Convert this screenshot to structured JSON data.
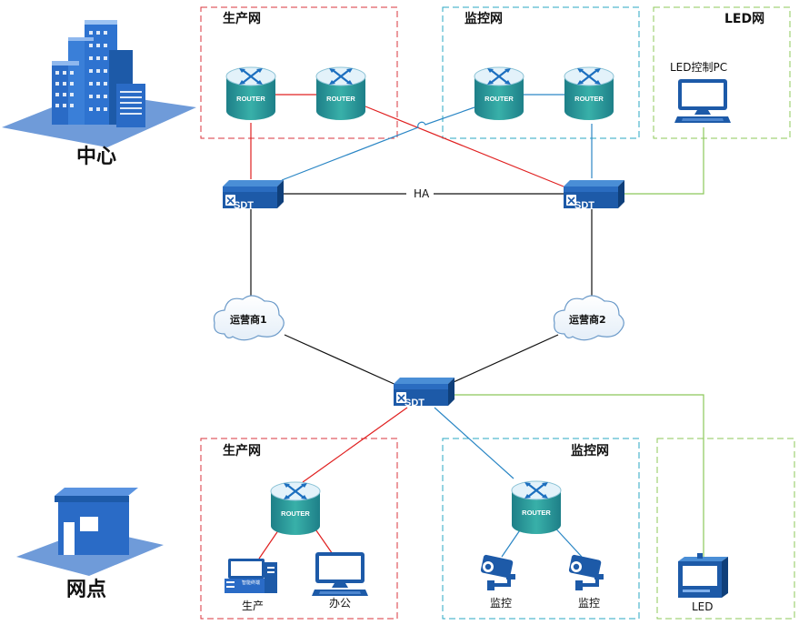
{
  "center": {
    "label": "中心"
  },
  "branch": {
    "label": "网点"
  },
  "top_zones": {
    "production": {
      "title": "生产网"
    },
    "monitoring": {
      "title": "监控网"
    },
    "led": {
      "title": "LED网",
      "pc_label": "LED控制PC"
    }
  },
  "bottom_zones": {
    "production": {
      "title": "生产网",
      "device1": "生产",
      "device2": "办公"
    },
    "monitoring": {
      "title": "监控网",
      "camera1": "监控",
      "camera2": "监控"
    },
    "led": {
      "device": "LED"
    }
  },
  "devices": {
    "router_text": "ROUTER",
    "sdt_text": "SDT",
    "terminal_screen_text": "智能终端"
  },
  "links": {
    "ha": "HA"
  },
  "clouds": {
    "isp1": "运营商1",
    "isp2": "运营商2"
  },
  "colors": {
    "production_zone": "#d9363e",
    "monitoring_zone": "#2aa7c3",
    "led_zone": "#8cc85a",
    "prod_link": "#e02020",
    "mon_link": "#2a86c5",
    "led_link": "#8cc85a",
    "backbone": "#111111",
    "device_blue": "#1d5aa8",
    "router_teal": "#2b9a9c"
  }
}
